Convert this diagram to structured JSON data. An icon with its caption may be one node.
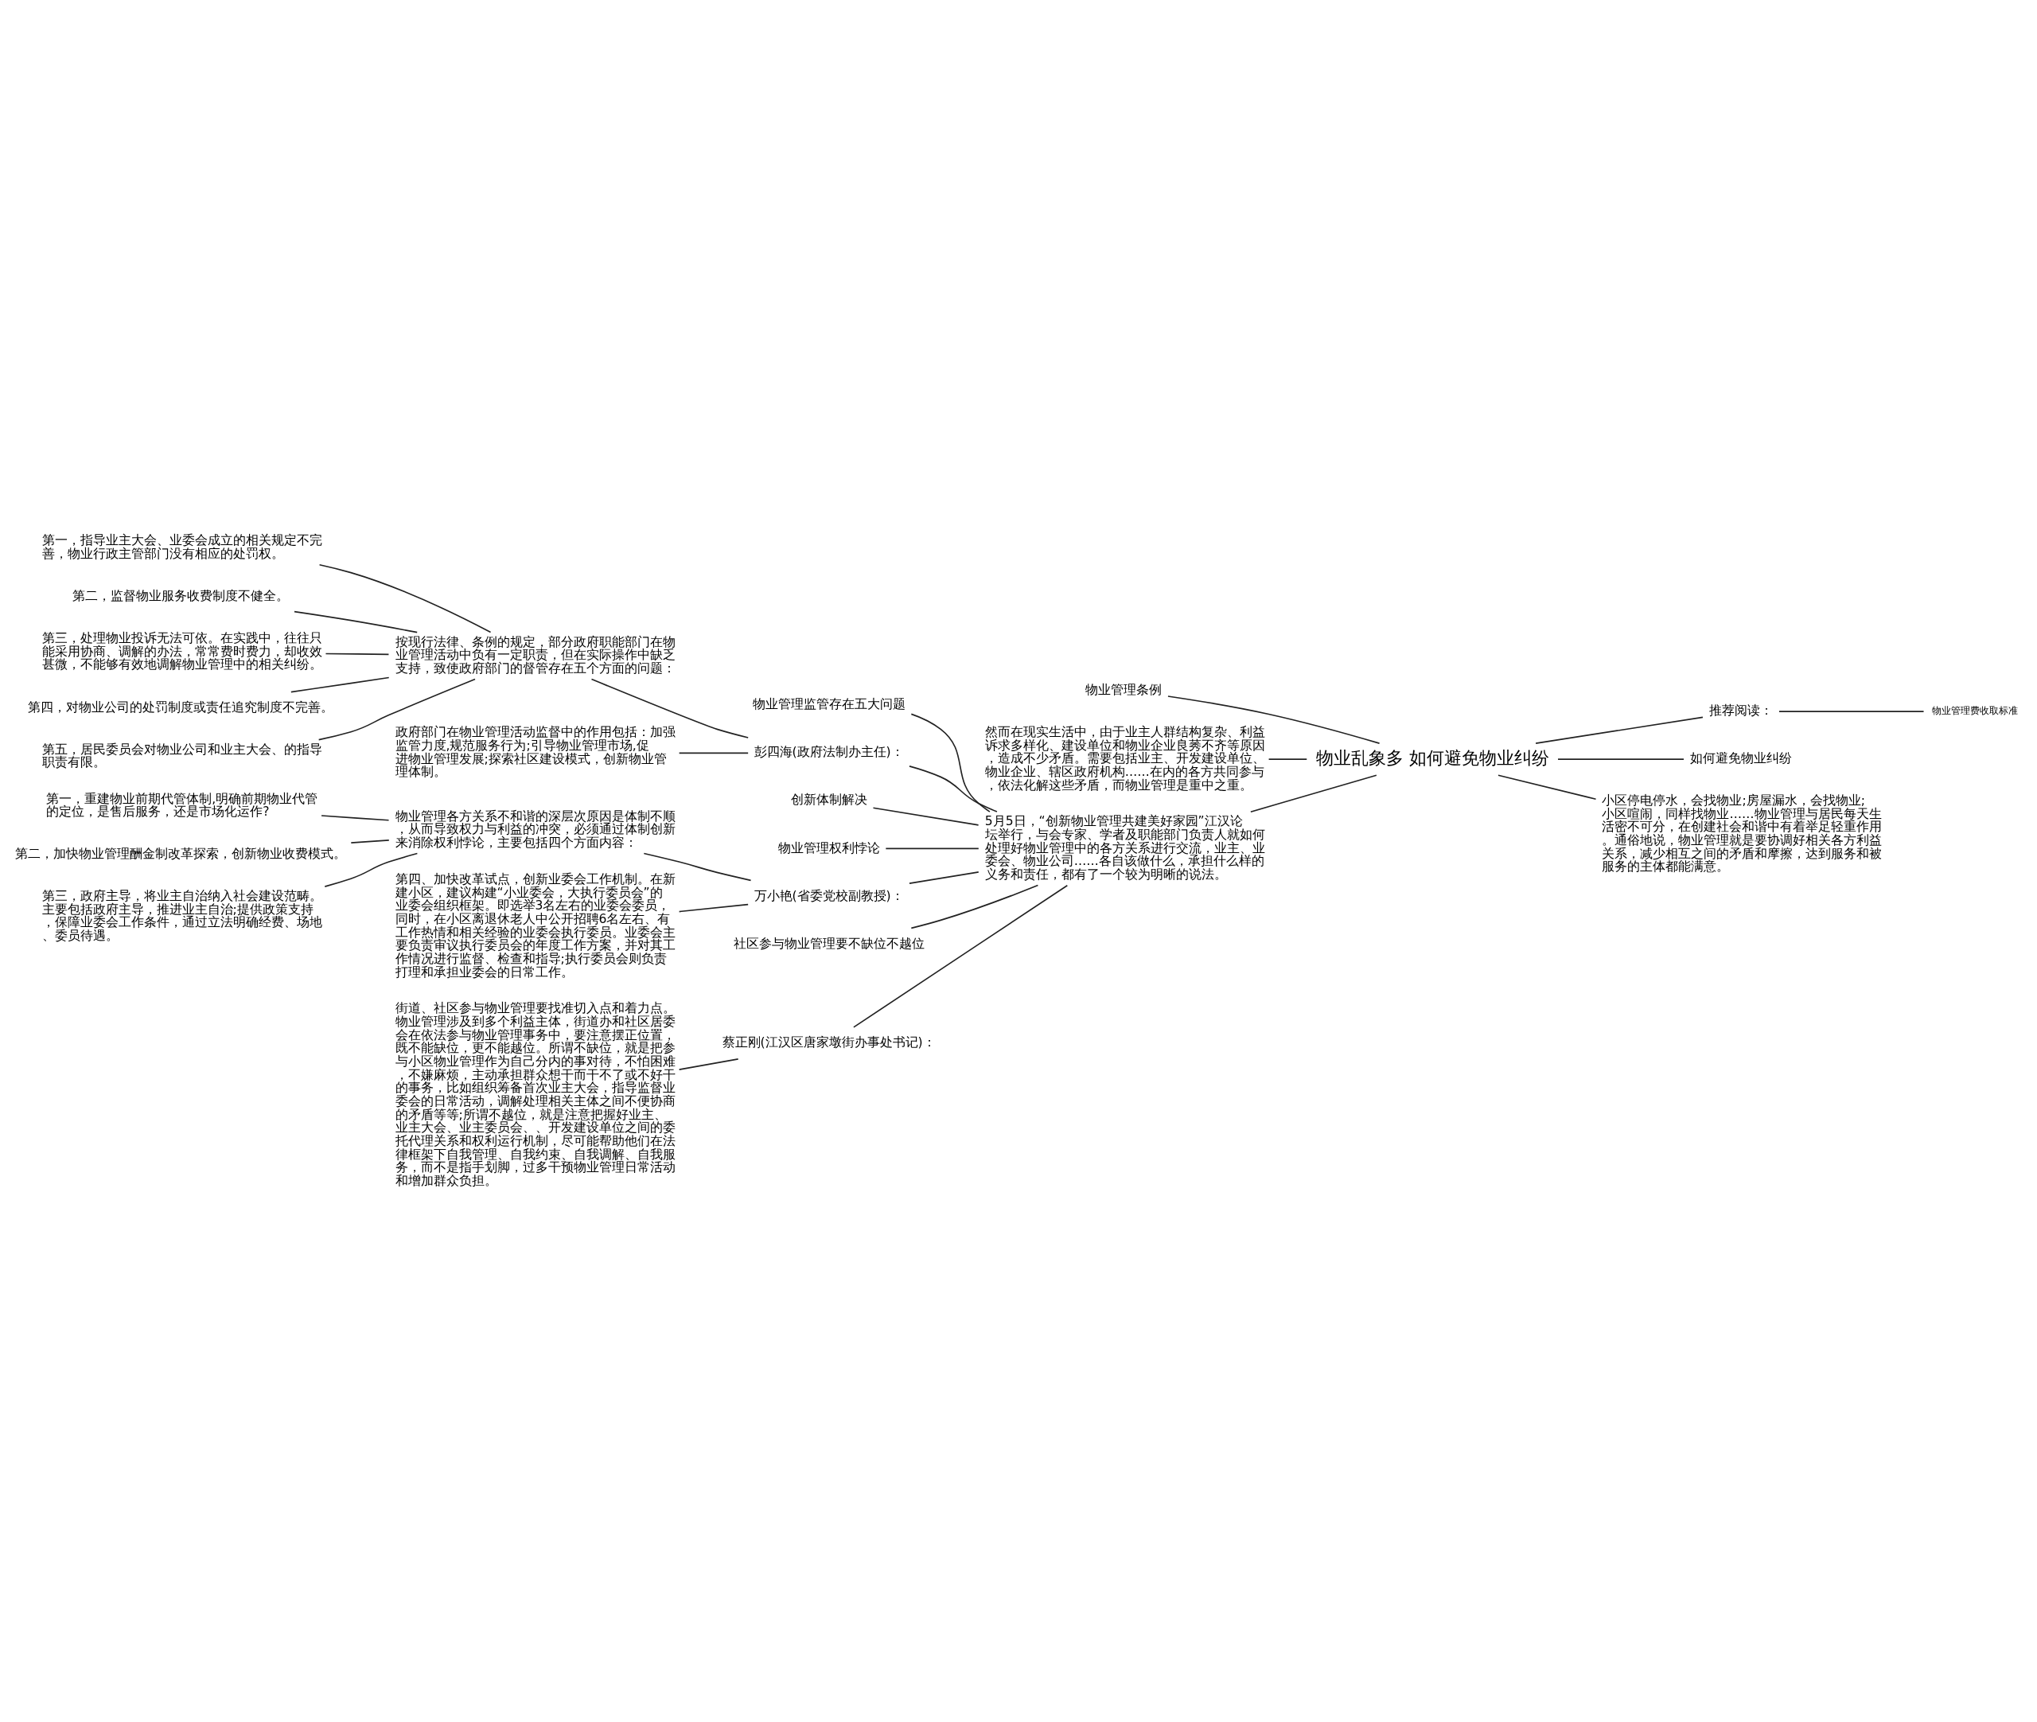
{
  "diagram": {
    "nodes": [
      {
        "text": [
          "物业乱象多 如何避免物业纠纷"
        ]
      },
      {
        "text": [
          "物业管理条例"
        ]
      },
      {
        "text": [
          "然而在现实生活中，由于业主人群结构复杂、利益诉求多样化、建设单位和物业企业良莠不齐等原因，造成不少矛盾。需要包括业主、开发建设单位、物业企业、辖区政府机构……在内的各方共同参与，依法化解这些矛盾，而物业管理是重中之重。"
        ]
      },
      {
        "text": [
          "5月5日，“创新物业管理共建美好家园”江汉论坛举行，与会专家、学者及职能部门负责人就如何处理好物业管理中的各方关系进行交流，业主、业委会、物业公司……各自该做什么，承担什么样的义务和责任，都有了一个较为明晰的说法。"
        ]
      },
      {
        "text": [
          "物业管理监管存在五大问题"
        ]
      },
      {
        "text": [
          "彭四海(政府法制办主任)："
        ]
      },
      {
        "text": [
          "按现行法律、条例的规定，部分政府职能部门在物业管理活动中负有一定职责，但在实际操作中缺乏支持，致使政府部门的督管存在五个方面的问题："
        ]
      },
      {
        "text": [
          "第一，指导业主大会、业委会成立的相关规定不完善，物业行政主管部门没有相应的处罚权。"
        ]
      },
      {
        "text": [
          "第二，监督物业服务收费制度不健全。"
        ]
      },
      {
        "text": [
          "第三，处理物业投诉无法可依。在实践中，往往只能采用协商、调解的办法，常常费时费力，却收效甚微，不能够有效地调解物业管理中的相关纠纷。"
        ]
      },
      {
        "text": [
          "第四，对物业公司的处罚制度或责任追究制度不完善。"
        ]
      },
      {
        "text": [
          "第五，居民委员会对物业公司和业主大会、的指导职责有限。"
        ]
      },
      {
        "text": [
          "政府部门在物业管理活动监督中的作用包括：加强监管力度,规范服务行为;引导物业管理市场,促进物业管理发展;探索社区建设模式，创新物业管理体制。"
        ]
      },
      {
        "text": [
          "创新体制解决"
        ]
      },
      {
        "text": [
          "物业管理权利悖论"
        ]
      },
      {
        "text": [
          "万小艳(省委党校副教授)："
        ]
      },
      {
        "text": [
          "物业管理各方关系不和谐的深层次原因是体制不顺，从而导致权力与利益的冲突，必须通过体制创新来消除权利悖论，主要包括四个方面内容："
        ]
      },
      {
        "text": [
          "第一，重建物业前期代管体制,明确前期物业代管的定位，是售后服务，还是市场化运作?"
        ]
      },
      {
        "text": [
          "第二，加快物业管理酬金制改革探索，创新物业收费模式。"
        ]
      },
      {
        "text": [
          "第三，政府主导，将业主自治纳入社会建设范畴。主要包括政府主导，推进业主自治;提供政策支持，保障业委会工作条件，通过立法明确经费、场地、委员待遇。"
        ]
      },
      {
        "text": [
          "第四、加快改革试点，创新业委会工作机制。在新建小区，建议构建“小业委会，大执行委员会”的业委会组织框架。即选举3名左右的业委会委员，同时，在小区离退休老人中公开招聘6名左右、有工作热情和相关经验的业委会执行委员。业委会主要负责审议执行委员会的年度工作方案，并对其工作情况进行监督、检查和指导;执行委员会则负责打理和承担业委会的日常工作。"
        ]
      },
      {
        "text": [
          "社区参与物业管理要不缺位不越位"
        ]
      },
      {
        "text": [
          "蔡正刚(江汉区唐家墩街办事处书记)："
        ]
      },
      {
        "text": [
          "街道、社区参与物业管理要找准切入点和着力点。物业管理涉及到多个利益主体，街道办和社区居委会在依法参与物业管理事务中，要注意摆正位置，既不能缺位，更不能越位。所谓不缺位，就是把参与小区物业管理作为自己分内的事对待，不怕困难，不嫌麻烦，主动承担群众想干而干不了或不好干的事务，比如组织筹备首次业主大会，指导监督业委会的日常活动，调解处理相关主体之间不便协商的矛盾等等;所谓不越位，就是注意把握好业主、业主大会、业主委员会、、开发建设单位之间的委托代理关系和权利运行机制，尽可能帮助他们在法律框架下自我管理、自我约束、自我调解、自我服务，而不是指手划脚，过多干预物业管理日常活动和增加群众负担。"
        ]
      },
      {
        "text": [
          "推荐阅读："
        ]
      },
      {
        "text": [
          "物业管理费收取标准"
        ]
      },
      {
        "text": [
          "如何避免物业纠纷"
        ]
      },
      {
        "text": [
          "小区停电停水，会找物业;房屋漏水，会找物业;小区喧闹，同样找物业……物业管理与居民每天生活密不可分，在创建社会和谐中有着举足轻重作用。通俗地说，物业管理就是要协调好相关各方利益关系，减少相互之间的矛盾和摩擦，达到服务和被服务的主体都能满意。"
        ]
      }
    ],
    "edges": [
      {
        "from": 0,
        "to": 1,
        "arrow": "none"
      },
      {
        "from": 0,
        "to": 2,
        "arrow": "none"
      },
      {
        "from": 0,
        "to": 3,
        "arrow": "none"
      },
      {
        "from": 3,
        "to": 4,
        "arrow": "none"
      },
      {
        "from": 3,
        "to": 5,
        "arrow": "none"
      },
      {
        "from": 5,
        "to": 6,
        "arrow": "none"
      },
      {
        "from": 6,
        "to": 7,
        "arrow": "none"
      },
      {
        "from": 6,
        "to": 8,
        "arrow": "none"
      },
      {
        "from": 6,
        "to": 9,
        "arrow": "none"
      },
      {
        "from": 6,
        "to": 10,
        "arrow": "none"
      },
      {
        "from": 6,
        "to": 11,
        "arrow": "none"
      },
      {
        "from": 5,
        "to": 12,
        "arrow": "none"
      },
      {
        "from": 3,
        "to": 13,
        "arrow": "none"
      },
      {
        "from": 3,
        "to": 14,
        "arrow": "none"
      },
      {
        "from": 3,
        "to": 15,
        "arrow": "none"
      },
      {
        "from": 15,
        "to": 16,
        "arrow": "none"
      },
      {
        "from": 16,
        "to": 17,
        "arrow": "none"
      },
      {
        "from": 16,
        "to": 18,
        "arrow": "none"
      },
      {
        "from": 16,
        "to": 19,
        "arrow": "none"
      },
      {
        "from": 15,
        "to": 20,
        "arrow": "none"
      },
      {
        "from": 3,
        "to": 21,
        "arrow": "none"
      },
      {
        "from": 3,
        "to": 22,
        "arrow": "none"
      },
      {
        "from": 22,
        "to": 23,
        "arrow": "none"
      },
      {
        "from": 0,
        "to": 24,
        "arrow": "none"
      },
      {
        "from": 24,
        "to": 25,
        "arrow": "none"
      },
      {
        "from": 0,
        "to": 26,
        "arrow": "none"
      },
      {
        "from": 0,
        "to": 27,
        "arrow": "none"
      }
    ]
  }
}
